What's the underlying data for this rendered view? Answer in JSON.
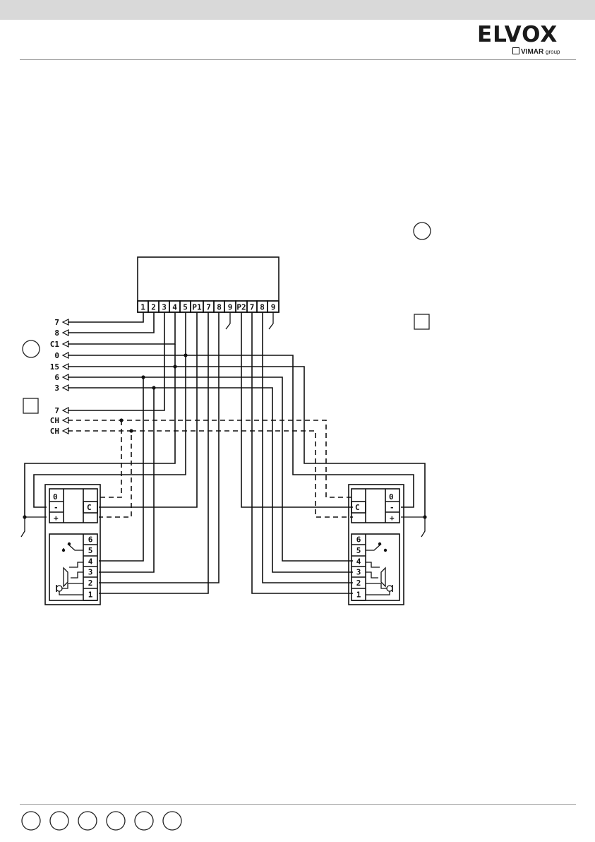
{
  "header": {
    "brand": "ELVOX",
    "brand_sub_vimar": "VIMAR",
    "brand_sub_group": "group"
  },
  "panel": {
    "terminals": [
      "1",
      "2",
      "3",
      "4",
      "5",
      "P1",
      "7",
      "8",
      "9",
      "P2",
      "7",
      "8",
      "9"
    ]
  },
  "left_labels": [
    "7",
    "8",
    "C1",
    "0",
    "15",
    "6",
    "3",
    "7",
    "CH",
    "CH"
  ],
  "unit_left": {
    "power_terminals": [
      "0",
      "-",
      "+"
    ],
    "c_terminal": "C",
    "handset_terminals": [
      "6",
      "5",
      "4",
      "3",
      "2",
      "1"
    ]
  },
  "unit_right": {
    "power_terminals": [
      "0",
      "-",
      "+"
    ],
    "c_terminal": "C",
    "handset_terminals": [
      "6",
      "5",
      "4",
      "3",
      "2",
      "1"
    ]
  },
  "footer": {
    "language_circles": 6
  },
  "colors": {
    "top_band": "#d9d9d9",
    "line": "#111111",
    "rule": "#9a9a9a"
  }
}
